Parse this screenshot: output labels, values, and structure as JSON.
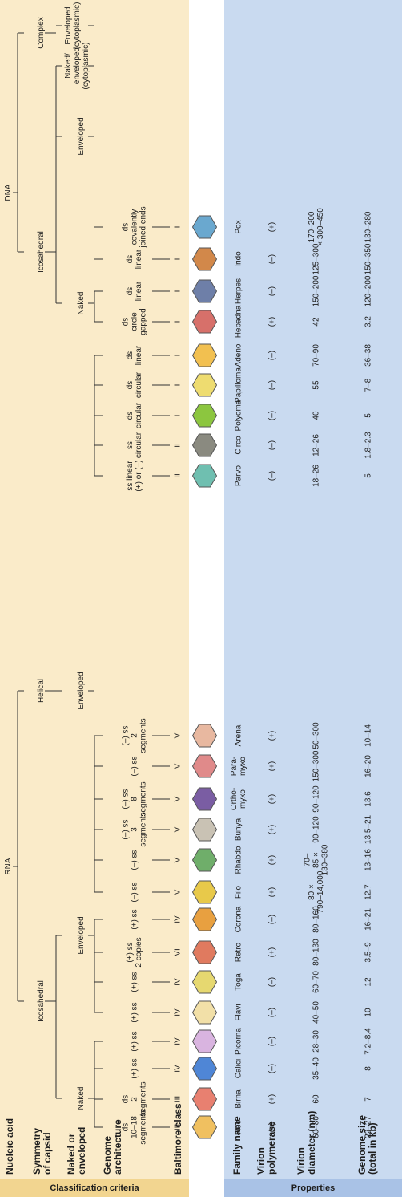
{
  "sections": {
    "classification": "Classification criteria",
    "properties": "Properties"
  },
  "row_labels": {
    "nucleic_acid": "Nucleic acid",
    "symmetry": "Symmetry\nof capsid",
    "naked_enveloped": "Naked or\nenveloped",
    "genome_architecture": "Genome\narchitecture",
    "baltimore": "Baltimore class",
    "family_name": "Family name",
    "polymerase": "Virion\npolymerase",
    "diameter": "Virion\ndiameter (nm)",
    "genome_size": "Genome size\n(total in kb)"
  },
  "tree": {
    "rna": "RNA",
    "dna": "DNA",
    "rna_icosahedral": "Icosahedral",
    "rna_helical": "Helical",
    "dna_icosahedral": "Icosahedral",
    "dna_complex": "Complex",
    "rna_ico_naked": "Naked",
    "rna_ico_enveloped": "Enveloped",
    "rna_hel_enveloped": "Enveloped",
    "dna_ico_naked": "Naked",
    "dna_ico_enveloped": "Enveloped",
    "dna_ico_naked_enveloped": "Naked/\nenveloped\n(cytoplasmic)",
    "dna_complex_enveloped": "Enveloped\n(cytoplasmic)"
  },
  "families": [
    {
      "name": "Reo",
      "architecture": "ds\n10–18\nsegments",
      "baltimore": "III",
      "polymerase": "(+)",
      "diameter": "60–80",
      "genome_size": "22–27",
      "icon": "reo-icon",
      "color": "#f0c060"
    },
    {
      "name": "Birna",
      "architecture": "ds\n2\nsegments",
      "baltimore": "III",
      "polymerase": "(+)",
      "diameter": "60",
      "genome_size": "7",
      "icon": "birna-icon",
      "color": "#e88070"
    },
    {
      "name": "Calici",
      "architecture": "(+) ss",
      "baltimore": "IV",
      "polymerase": "(–)",
      "diameter": "35–40",
      "genome_size": "8",
      "icon": "calici-icon",
      "color": "#4f86d6"
    },
    {
      "name": "Picorna",
      "architecture": "(+) ss",
      "baltimore": "IV",
      "polymerase": "(–)",
      "diameter": "28–30",
      "genome_size": "7.2–8.4",
      "icon": "picorna-icon",
      "color": "#d9b4e0"
    },
    {
      "name": "Flavi",
      "architecture": "(+) ss",
      "baltimore": "IV",
      "polymerase": "(–)",
      "diameter": "40–50",
      "genome_size": "10",
      "icon": "flavi-icon",
      "color": "#f2e0a8"
    },
    {
      "name": "Toga",
      "architecture": "(+) ss",
      "baltimore": "IV",
      "polymerase": "(–)",
      "diameter": "60–70",
      "genome_size": "12",
      "icon": "toga-icon",
      "color": "#e6d870"
    },
    {
      "name": "Retro",
      "architecture": "(+) ss\n2 copies",
      "baltimore": "VI",
      "polymerase": "(+)",
      "diameter": "80–130",
      "genome_size": "3.5–9",
      "icon": "retro-icon",
      "color": "#e07a5f"
    },
    {
      "name": "Corona",
      "architecture": "(+) ss",
      "baltimore": "IV",
      "polymerase": "(–)",
      "diameter": "80–160",
      "genome_size": "16–21",
      "icon": "corona-icon",
      "color": "#e8a040"
    },
    {
      "name": "Filo",
      "architecture": "(–) ss",
      "baltimore": "V",
      "polymerase": "(+)",
      "diameter": "80 ×\n790–14,000",
      "genome_size": "12.7",
      "icon": "filo-icon",
      "color": "#e8c94a"
    },
    {
      "name": "Rhabdo",
      "architecture": "(–) ss",
      "baltimore": "V",
      "polymerase": "(+)",
      "diameter": "70–\n85 ×\n130–380",
      "genome_size": "13–16",
      "icon": "rhabdo-icon",
      "color": "#6fae6a"
    },
    {
      "name": "Bunya",
      "architecture": "(–) ss\n3\nsegments",
      "baltimore": "V",
      "polymerase": "(+)",
      "diameter": "90–120",
      "genome_size": "13.5–21",
      "icon": "bunya-icon",
      "color": "#c9c2b4"
    },
    {
      "name": "Ortho-\nmyxo",
      "architecture": "(–) ss\n8\nsegments",
      "baltimore": "V",
      "polymerase": "(+)",
      "diameter": "90–120",
      "genome_size": "13.6",
      "icon": "orthomyxo-icon",
      "color": "#7a5da3"
    },
    {
      "name": "Para-\nmyxo",
      "architecture": "(–) ss",
      "baltimore": "V",
      "polymerase": "(+)",
      "diameter": "150–300",
      "genome_size": "16–20",
      "icon": "paramyxo-icon",
      "color": "#e08a8a"
    },
    {
      "name": "Arena",
      "architecture": "(–) ss\n2\nsegments",
      "baltimore": "V",
      "polymerase": "(+)",
      "diameter": "50–300",
      "genome_size": "10–14",
      "icon": "arena-icon",
      "color": "#e8b8a0"
    },
    {
      "name": "Parvo",
      "architecture": "ss linear\n(+) or (–)",
      "baltimore": "II",
      "polymerase": "(–)",
      "diameter": "18–26",
      "genome_size": "5",
      "icon": "parvo-icon",
      "color": "#6fbfb0"
    },
    {
      "name": "Circo",
      "architecture": "ss\ncircular",
      "baltimore": "II",
      "polymerase": "(–)",
      "diameter": "12–26",
      "genome_size": "1.8–2.3",
      "icon": "circo-icon",
      "color": "#8a8a80"
    },
    {
      "name": "Polyoma",
      "architecture": "ds\ncircular",
      "baltimore": "I",
      "polymerase": "(–)",
      "diameter": "40",
      "genome_size": "5",
      "icon": "polyoma-icon",
      "color": "#8cc63f"
    },
    {
      "name": "Papilloma",
      "architecture": "ds\ncircular",
      "baltimore": "I",
      "polymerase": "(–)",
      "diameter": "55",
      "genome_size": "7–8",
      "icon": "papilloma-icon",
      "color": "#eedc70"
    },
    {
      "name": "Adeno",
      "architecture": "ds\nlinear",
      "baltimore": "I",
      "polymerase": "(–)",
      "diameter": "70–90",
      "genome_size": "36–38",
      "icon": "adeno-icon",
      "color": "#f2c050"
    },
    {
      "name": "Hepadna",
      "architecture": "ds\ncircle\ngapped",
      "baltimore": "I",
      "polymerase": "(+)",
      "diameter": "42",
      "genome_size": "3.2",
      "icon": "hepadna-icon",
      "color": "#d7706a"
    },
    {
      "name": "Herpes",
      "architecture": "ds\nlinear",
      "baltimore": "I",
      "polymerase": "(–)",
      "diameter": "150–200",
      "genome_size": "120–200",
      "icon": "herpes-icon",
      "color": "#6e7fa8"
    },
    {
      "name": "Irido",
      "architecture": "ds\nlinear",
      "baltimore": "I",
      "polymerase": "(–)",
      "diameter": "125–300",
      "genome_size": "150–350",
      "icon": "irido-icon",
      "color": "#d2884a"
    },
    {
      "name": "Pox",
      "architecture": "ds\ncovalently\njoined ends",
      "baltimore": "I",
      "polymerase": "(+)",
      "diameter": "170–200\n× 300–450",
      "genome_size": "130–280",
      "icon": "pox-icon",
      "color": "#6aa8cf"
    }
  ]
}
